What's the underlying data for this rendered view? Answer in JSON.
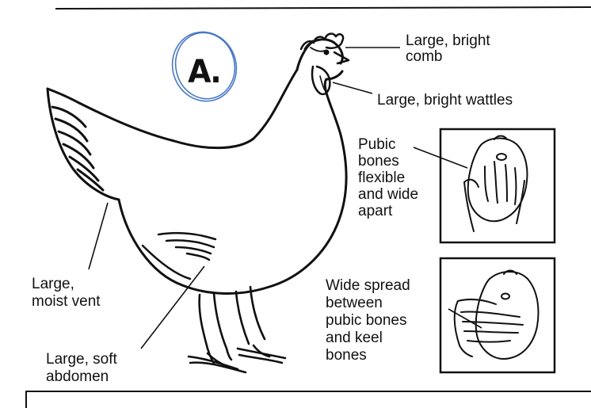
{
  "figure": {
    "marker_letter": "A.",
    "labels": {
      "comb": "Large, bright\ncomb",
      "wattles": "Large, bright wattles",
      "pubic_bones": "Pubic\nbones\nflexible\nand wide\napart",
      "vent": "Large,\nmoist vent",
      "abdomen": "Large, soft\nabdomen",
      "spread": "Wide spread\nbetween\npubic bones\nand keel\nbones"
    },
    "colors": {
      "ink": "#111111",
      "marker_circle": "#4a78c8",
      "background": "#ffffff"
    }
  }
}
